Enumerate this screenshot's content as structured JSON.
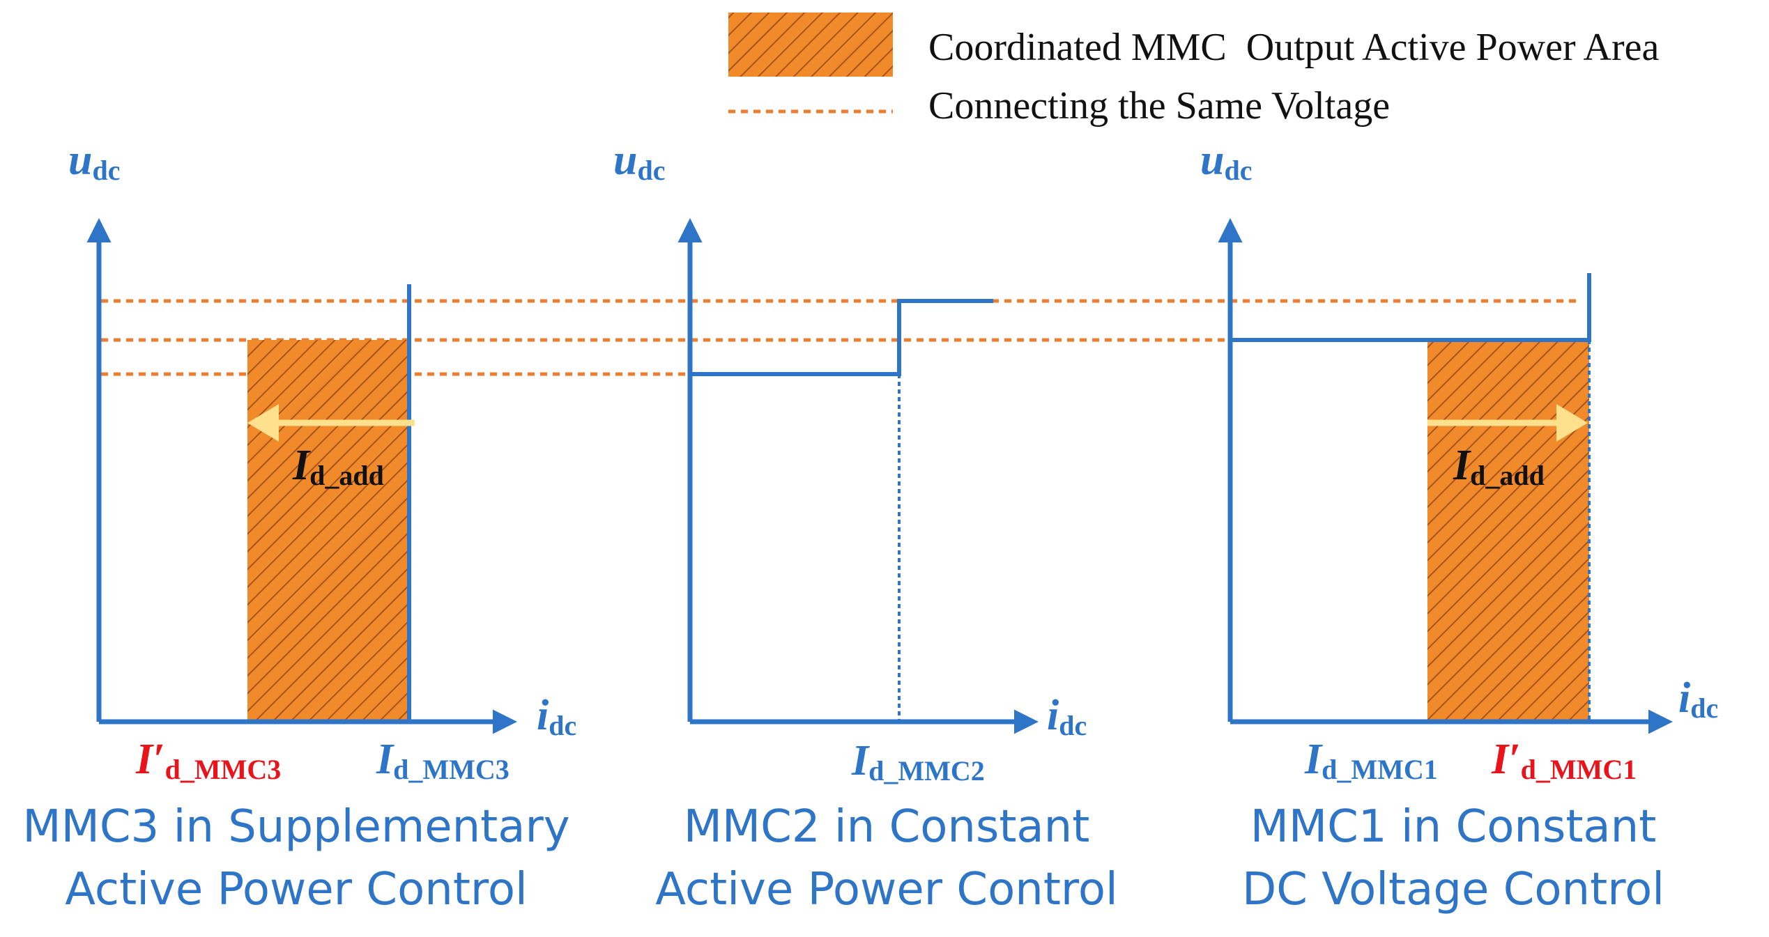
{
  "legend": {
    "area_label": "Coordinated MMC  Output Active Power Area",
    "line_label": "Connecting the Same Voltage"
  },
  "axes": {
    "y_main": "u",
    "y_sub": "dc",
    "x_main": "i",
    "x_sub": "dc"
  },
  "panel_mmc3": {
    "caption_line1": "MMC3 in Supplementary",
    "caption_line2": "Active Power Control",
    "label_left_main": "I′",
    "label_left_sub": "d_MMC3",
    "label_right_main": "I",
    "label_right_sub": "d_MMC3",
    "arrow_main": "I",
    "arrow_sub": "d_add"
  },
  "panel_mmc2": {
    "caption_line1": "MMC2 in Constant",
    "caption_line2": "Active Power Control",
    "label_main": "I",
    "label_sub": "d_MMC2"
  },
  "panel_mmc1": {
    "caption_line1": "MMC1 in Constant",
    "caption_line2": "DC Voltage Control",
    "label_left_main": "I",
    "label_left_sub": "d_MMC1",
    "label_right_main": "I′",
    "label_right_sub": "d_MMC1",
    "arrow_main": "I",
    "arrow_sub": "d_add"
  },
  "colors": {
    "axis_blue": "#2e75c7",
    "orange_fill": "#f08a2a",
    "orange_dash": "#ee7d31",
    "red_label": "#e8141b",
    "arrow_yellow": "#ffe08c",
    "text_dark": "#111111"
  }
}
